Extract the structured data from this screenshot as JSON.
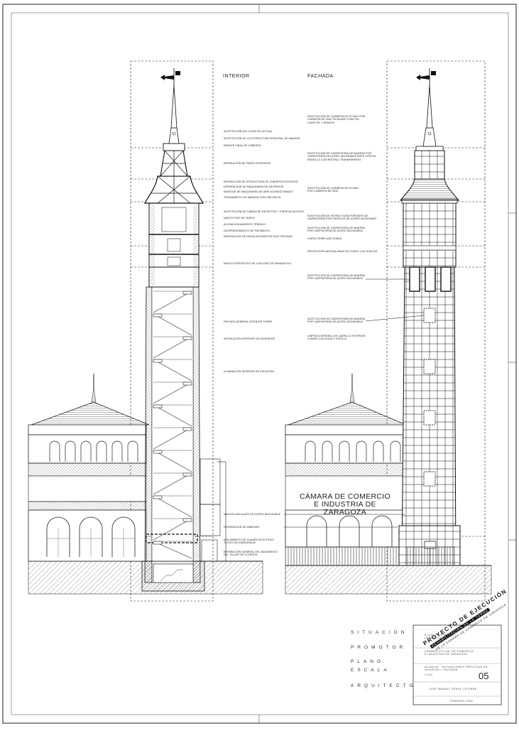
{
  "headers": {
    "interior": "INTERIOR",
    "fachada": "FACHADA"
  },
  "interior_notes": [
    "SUSTITUCIÓN DEL CHAPITEL ACTUAL",
    "SUSTITUCIÓN DE LA ESTRUCTURA PRINCIPAL DE MADERA",
    "REMATE FINAL DE CUBIERTA",
    "REPARACIÓN DE FAROS EXISTENTE",
    "REPARACIÓN DE ESTRUCTURA DE CUBIERTA EXISTENTE",
    "DESMONTAJE DE MAQUINARIA DE ASCENSOR",
    "MONTAJE DE MAQUINARIA DE AIRE ACONDICIONADO",
    "TRATAMIENTO DE MADERA CON CREOSOTA",
    "SUSTITUCIÓN DE CABINA DE RECEPTOR + PUERTAS ACCESO",
    "NUEVO PISO DE VIDRIO",
    "ACONDICIONAMIENTO TÉRMICO",
    "DESPRENDIMIENTO DE PAVIMENTO",
    "RENOVACIÓN DE INSTALACIONES DE ELECTRICIDAD",
    "NUEVO DISPOSITIVO DE CUELGUE DE PANDANTIVO",
    "PINTURA GENERAL INTERIOR TORRE",
    "INSTALACIÓN INTERIOR DE INCENDIOS",
    "ILUMINACIÓN INTERIOR DE ESCALERA",
    "NUEVOS ANCLAJES DE ACERO INOXIDABLE",
    "DESMONTAJE DE ANDENES",
    "AISLAMIENTO DE CUADRO ELÉCTRICO TECHO DE ALMACENAJE",
    "REPARACIÓN GENERAL DEL BASAMENTO DEL TALLER DE FLORISTA"
  ],
  "fachada_notes": [
    "SUSTITUCIÓN DE CUBIERTA DE PLOMO POR CUBIERTA DE ZINC EN MISMO TONO EN CHAPITEL Y REMATE",
    "SUSTITUCIÓN DE CARPINTERÍA DE MADERA POR CARPINTERÍA DE ACERO INOXIDABLE MATE CRISTAL SENCILLO CON BISTRAL TRANSPARENTE",
    "SUSTITUCIÓN DE CUBIERTA DE PLOMO POR CUBIERTA DE ZINC",
    "SUSTITUCIÓN DE ESTRUCTURA PORTANTE DE CARPINTERÍA POR PERFILES DE ACERO INOXIDABLE",
    "SUSTITUCIÓN DE CARPINTERÍA DE MADERA POR CARPINTERÍA DE ACERO INOXIDABLE",
    "VIDRIO TEMPLADO DOBLE",
    "PROTECCIÓN ANTIPALOMAS EN TODOS LOS HUECOS",
    "SUSTITUCIÓN DE CARPINTERÍA DE MADERA POR CARPINTERÍA DE ACERO INOXIDABLE",
    "SUSTITUCIÓN DE CARPINTERÍA DE MADERA POR CARPINTERÍA DE ACERO INOXIDABLE",
    "LIMPIEZA GENERAL DE LADRILLO EXTERIOR A MANO CON AGUA Y CEPILLO"
  ],
  "building_sign": {
    "line1": "CÁMARA DE COMERCIO",
    "line2": "E INDUSTRIA DE ZARAGOZA"
  },
  "title_block": {
    "labels": [
      "SITUACIÓN",
      "PROMOTOR",
      "PLANO",
      "ESCALA",
      "ARQUITECTO"
    ],
    "situacion_value": "PLAZA DE ESPAÑA ZARAGOZA",
    "promotor_value": "CÁMARA OFICIAL DE COMERCIO E INDUSTRIA DE ZARAGOZA",
    "plano_value": "ALZADOS · ACTUACIONES PREVISTAS EN INTERIOR Y FACHADA",
    "escala_value": "1/100",
    "arquitecto_value": "JOSÉ MANUEL PÉREZ LATORRE",
    "fecha_value": "FEBRERO 2006",
    "sheet_number": "05"
  },
  "stamp": {
    "line1": "PROYECTO DE EJECUCIÓN",
    "line2": "REHABILITACIÓN DE LA TORRE",
    "line3": "DE LA CÁMARA DE COMERCIO DE ZARAGOZA"
  }
}
